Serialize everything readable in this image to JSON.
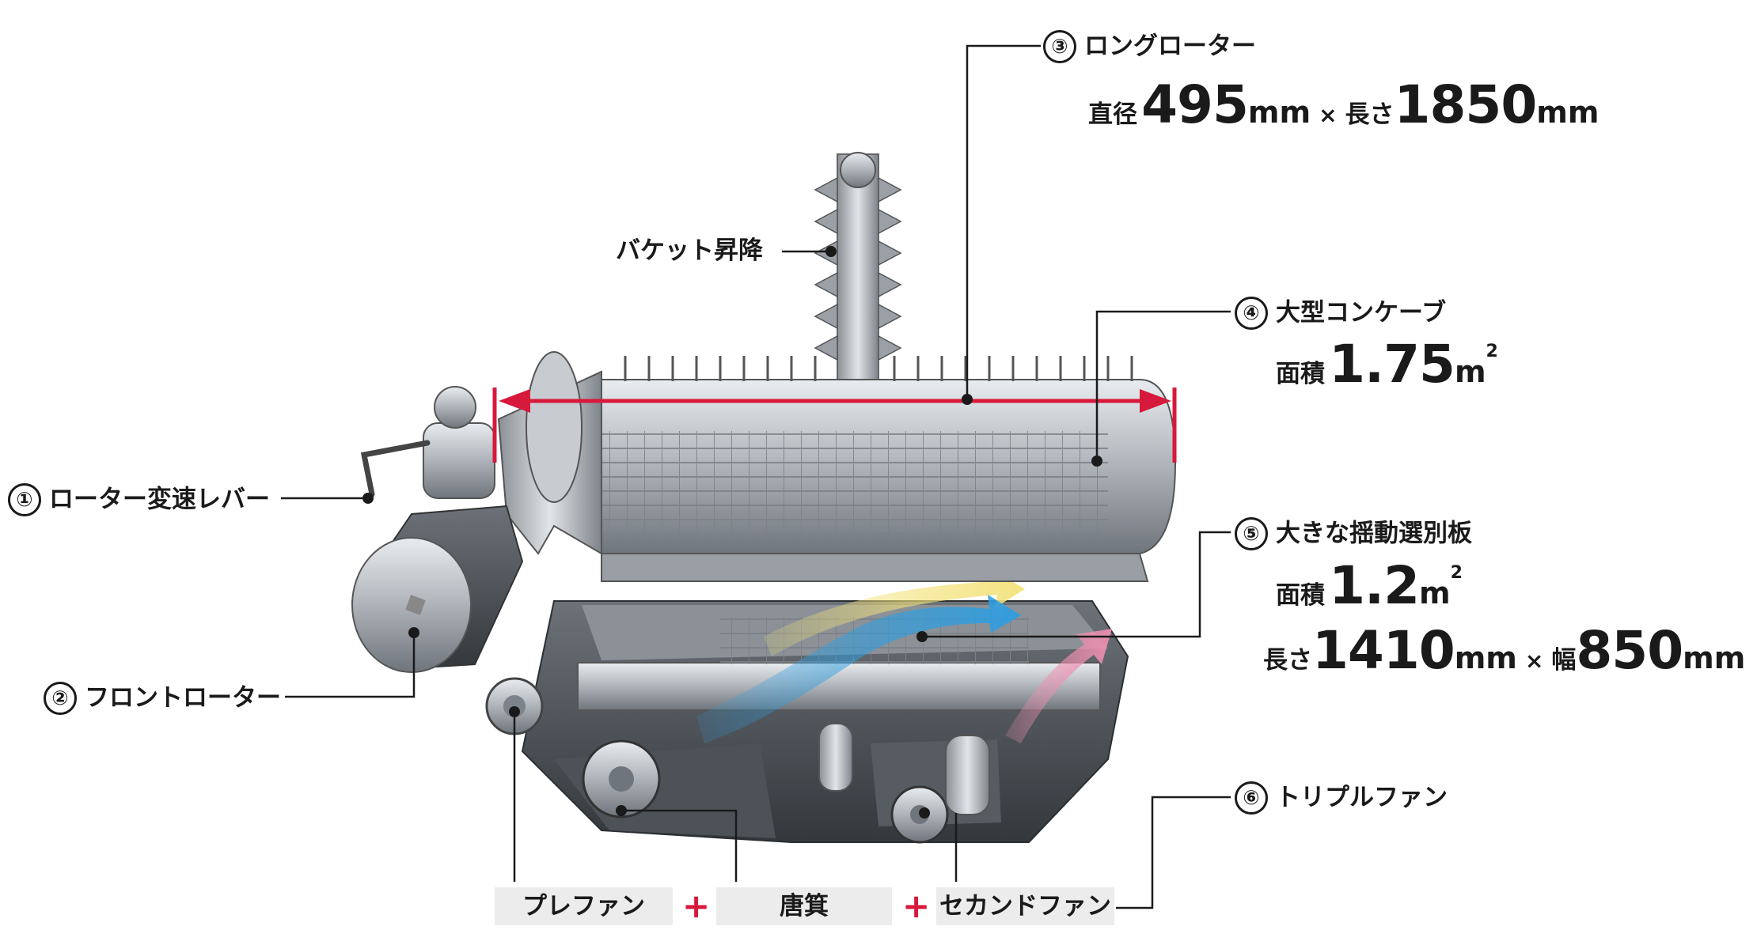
{
  "labels": {
    "rotor_lever": {
      "num": "①",
      "text": "ローター変速レバー"
    },
    "front_rotor": {
      "num": "②",
      "text": "フロントローター"
    },
    "long_rotor": {
      "num": "③",
      "text": "ロングローター"
    },
    "concave": {
      "num": "④",
      "text": "大型コンケーブ"
    },
    "sieve": {
      "num": "⑤",
      "text": "大きな揺動選別板"
    },
    "triple_fan": {
      "num": "⑥",
      "text": "トリプルファン"
    },
    "bucket": "バケット昇降"
  },
  "specs": {
    "long_rotor": {
      "diameter_label": "直径",
      "diameter_value": "495",
      "diameter_unit": "mm",
      "times": "×",
      "length_label": "長さ",
      "length_value": "1850",
      "length_unit": "mm"
    },
    "concave": {
      "area_label": "面積",
      "area_value": "1.75",
      "area_unit": "m",
      "area_sup": "2"
    },
    "sieve": {
      "area_label": "面積",
      "area_value": "1.2",
      "area_unit": "m",
      "area_sup": "2",
      "length_label": "長さ",
      "length_value": "1410",
      "length_unit": "mm",
      "times": "×",
      "width_label": "幅",
      "width_value": "850",
      "width_unit": "mm"
    }
  },
  "fans": {
    "pre_fan": "プレファン",
    "winnower": "唐箕",
    "second_fan": "セカンドファン",
    "plus": "+"
  },
  "colors": {
    "accent_red": "#d7193b",
    "air_yellow": "#f3e27a",
    "air_blue": "#2f9ee0",
    "air_pink": "#ef8fb0",
    "leader_line": "#1a1a1a",
    "fan_box": "#ececec"
  }
}
